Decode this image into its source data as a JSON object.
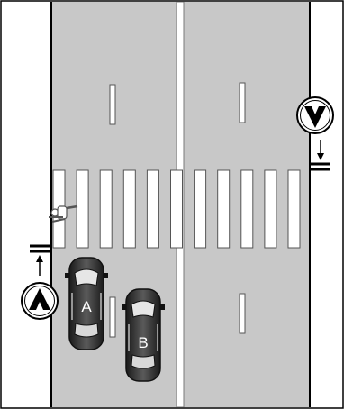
{
  "road": {
    "road_color": "#c8c8c8",
    "border_color": "#000000",
    "marking_color": "#ffffff"
  },
  "cars": [
    {
      "label": "A",
      "role": "car-a"
    },
    {
      "label": "B",
      "role": "car-b"
    }
  ],
  "signs": [
    {
      "icon": "chevron-up-icon",
      "meaning": "up"
    },
    {
      "icon": "chevron-down-icon",
      "meaning": "down"
    }
  ],
  "stop_line_icons": [
    "stop-line-up-arrow-icon",
    "stop-line-down-arrow-icon"
  ],
  "pedestrian_icon": "pedestrian-figure-icon"
}
